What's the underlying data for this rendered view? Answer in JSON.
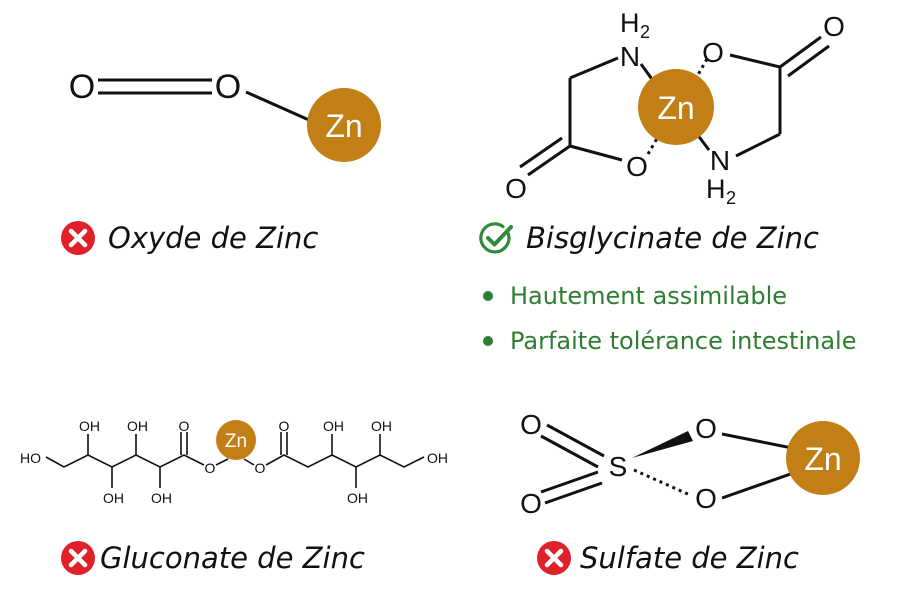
{
  "colors": {
    "zinc": "#c17f16",
    "bad": "#e0202b",
    "good": "#2f8a3c",
    "benefit_text": "#2e7d32"
  },
  "icons": {
    "bad": "x-circle-icon",
    "good": "check-circle-icon"
  },
  "atoms": {
    "zn": "Zn",
    "o": "O",
    "n": "N",
    "s": "S",
    "h": "H",
    "sub2": "2",
    "oh": "OH",
    "ho": "HO"
  },
  "compounds": [
    {
      "id": "oxyde",
      "name": "Oxyde de Zinc",
      "status": "bad"
    },
    {
      "id": "bisglycinate",
      "name": "Bisglycinate de Zinc",
      "status": "good",
      "benefits": [
        "Hautement assimilable",
        "Parfaite tolérance intestinale"
      ]
    },
    {
      "id": "gluconate",
      "name": "Gluconate de Zinc",
      "status": "bad"
    },
    {
      "id": "sulfate",
      "name": "Sulfate de Zinc",
      "status": "bad"
    }
  ]
}
